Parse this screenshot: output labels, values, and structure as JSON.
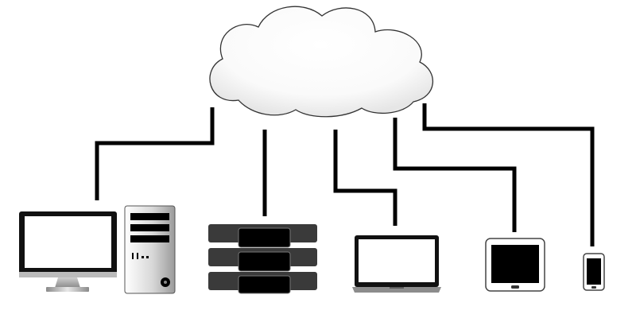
{
  "diagram": {
    "center_node": {
      "kind": "cloud",
      "icon": "cloud-icon"
    },
    "devices": [
      {
        "kind": "desktop-computer",
        "icon": "desktop-monitor-icon"
      },
      {
        "kind": "tower-pc",
        "icon": "tower-pc-icon"
      },
      {
        "kind": "server-rack",
        "icon": "server-rack-icon"
      },
      {
        "kind": "laptop",
        "icon": "laptop-icon"
      },
      {
        "kind": "tablet",
        "icon": "tablet-icon"
      },
      {
        "kind": "smartphone",
        "icon": "smartphone-icon"
      }
    ],
    "colors": {
      "line": "#000000",
      "cloud_fill": "#ffffff",
      "cloud_outline": "#333333"
    }
  }
}
